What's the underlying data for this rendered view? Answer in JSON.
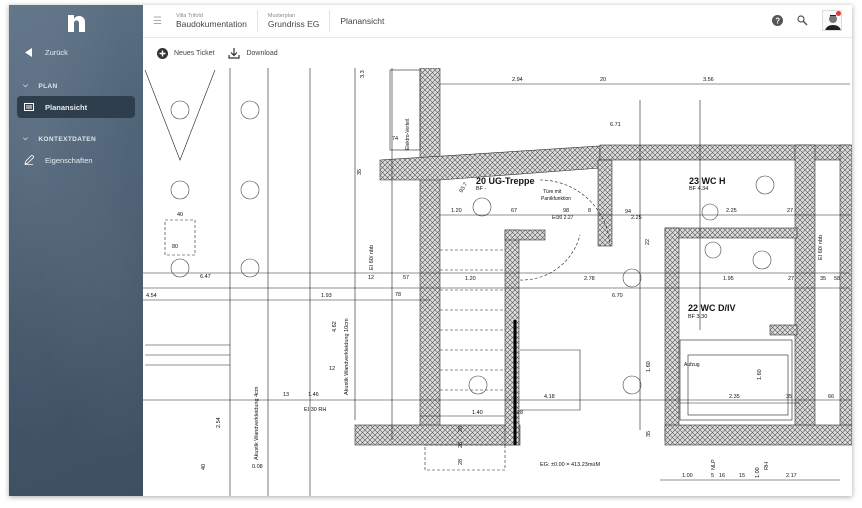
{
  "sidebar": {
    "back": "Zurück",
    "section_plan": "PLAN",
    "item_planansicht": "Planansicht",
    "section_kontext": "KONTEXTDATEN",
    "item_eigenschaften": "Eigenschaften"
  },
  "header": {
    "crumbs": [
      {
        "small": "Villa Trifold",
        "label": "Baudokumentation"
      },
      {
        "small": "Musterplan",
        "label": "Grundriss EG"
      },
      {
        "small": "",
        "label": "Planansicht"
      }
    ]
  },
  "toolbar": {
    "new_ticket": "Neues Ticket",
    "download": "Download"
  },
  "colors": {
    "sidebar": "#4d6175",
    "notification": "#e53935"
  },
  "plan": {
    "rooms": [
      {
        "name": "20 UG-Treppe",
        "bf": "BF  -"
      },
      {
        "name": "23 WC H",
        "bf": "BF  4.34"
      },
      {
        "name": "22 WC D/IV",
        "bf": "BF  3.30"
      }
    ],
    "notes": {
      "door1": "Türe mit",
      "door2": "Panikfunktion",
      "lift": "Aufzug",
      "elevation": "EG:  ±0.00 = 413.23müM",
      "ei30": "EI30 2.27",
      "ei30rh": "EI 30  RH",
      "ei60": "EI 60/ nbb",
      "ei60b": "EI 60/ nbb",
      "akustik": "Akustik  Wandverkleidung 10cm",
      "akustik2": "Akustik Wandverkleidung 4cm",
      "elektro": "Elektro-Verteil.",
      "nlp": "NLP",
      "rh": "RH"
    },
    "dims": [
      "2.94",
      "20",
      "3.56",
      "6.71",
      "1.20",
      "67",
      "98",
      "8",
      "2.25",
      "2.25",
      "27",
      "1.20",
      "2.78",
      "6.70",
      "1.93",
      "4.54",
      "6.47",
      "1.95",
      "27",
      "35",
      "58",
      "1.46",
      "4.18",
      "2.35",
      "35",
      "66",
      "1.40",
      "28",
      "1.00",
      "5",
      "16",
      "15",
      "1.00",
      "2.17",
      "40",
      "80",
      "74",
      "3.3",
      "35",
      "1.60",
      "1.60",
      "35",
      "28",
      "28",
      "28",
      "4.62",
      "78",
      "12",
      "57",
      "13",
      "12",
      "2.54",
      "0.08",
      "40",
      "22",
      "94",
      "93.7"
    ]
  }
}
